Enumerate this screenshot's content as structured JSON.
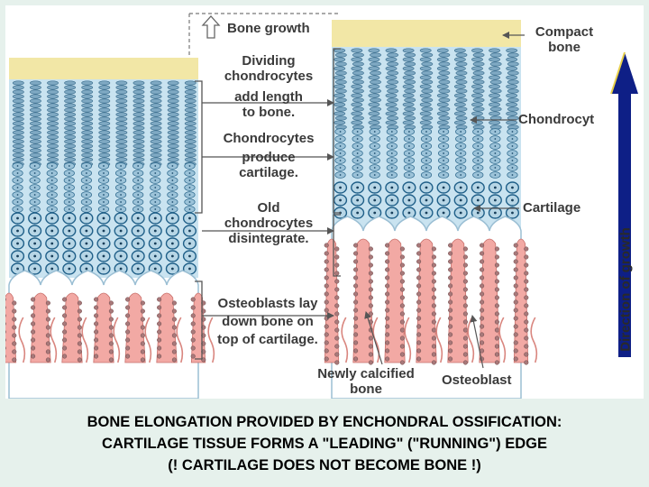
{
  "labels": {
    "bone_growth": "Bone growth",
    "compact_bone": [
      "Compact",
      "bone"
    ],
    "dividing": [
      "Dividing",
      "chondrocytes",
      "add length",
      "to bone."
    ],
    "produce": [
      "Chondrocytes",
      "produce",
      "cartilage."
    ],
    "old": [
      "Old",
      "chondrocytes",
      "disintegrate."
    ],
    "osteoblasts_lay": [
      "Osteoblasts lay",
      "down bone on",
      "top of cartilage."
    ],
    "chondrocyte": "Chondrocyt",
    "cartilage": "Cartilage",
    "newly_calcified": [
      "Newly calcified",
      "bone"
    ],
    "osteoblast": "Osteoblast",
    "direction": "Direction of growth"
  },
  "caption": [
    "BONE ELONGATION PROVIDED BY ENCHONDRAL OSSIFICATION:",
    "CARTILAGE TISSUE FORMS A \"LEADING\" (\"RUNNING\") EDGE",
    "(! CARTILAGE DOES NOT BECOME BONE !)"
  ],
  "colors": {
    "cartilage": "#c9e3f0",
    "bone_tan": "#f2e7a6",
    "calcified": "#f2a9a4",
    "arrow_blue": "#0e1f86",
    "cell_dark": "#1f5f88"
  }
}
